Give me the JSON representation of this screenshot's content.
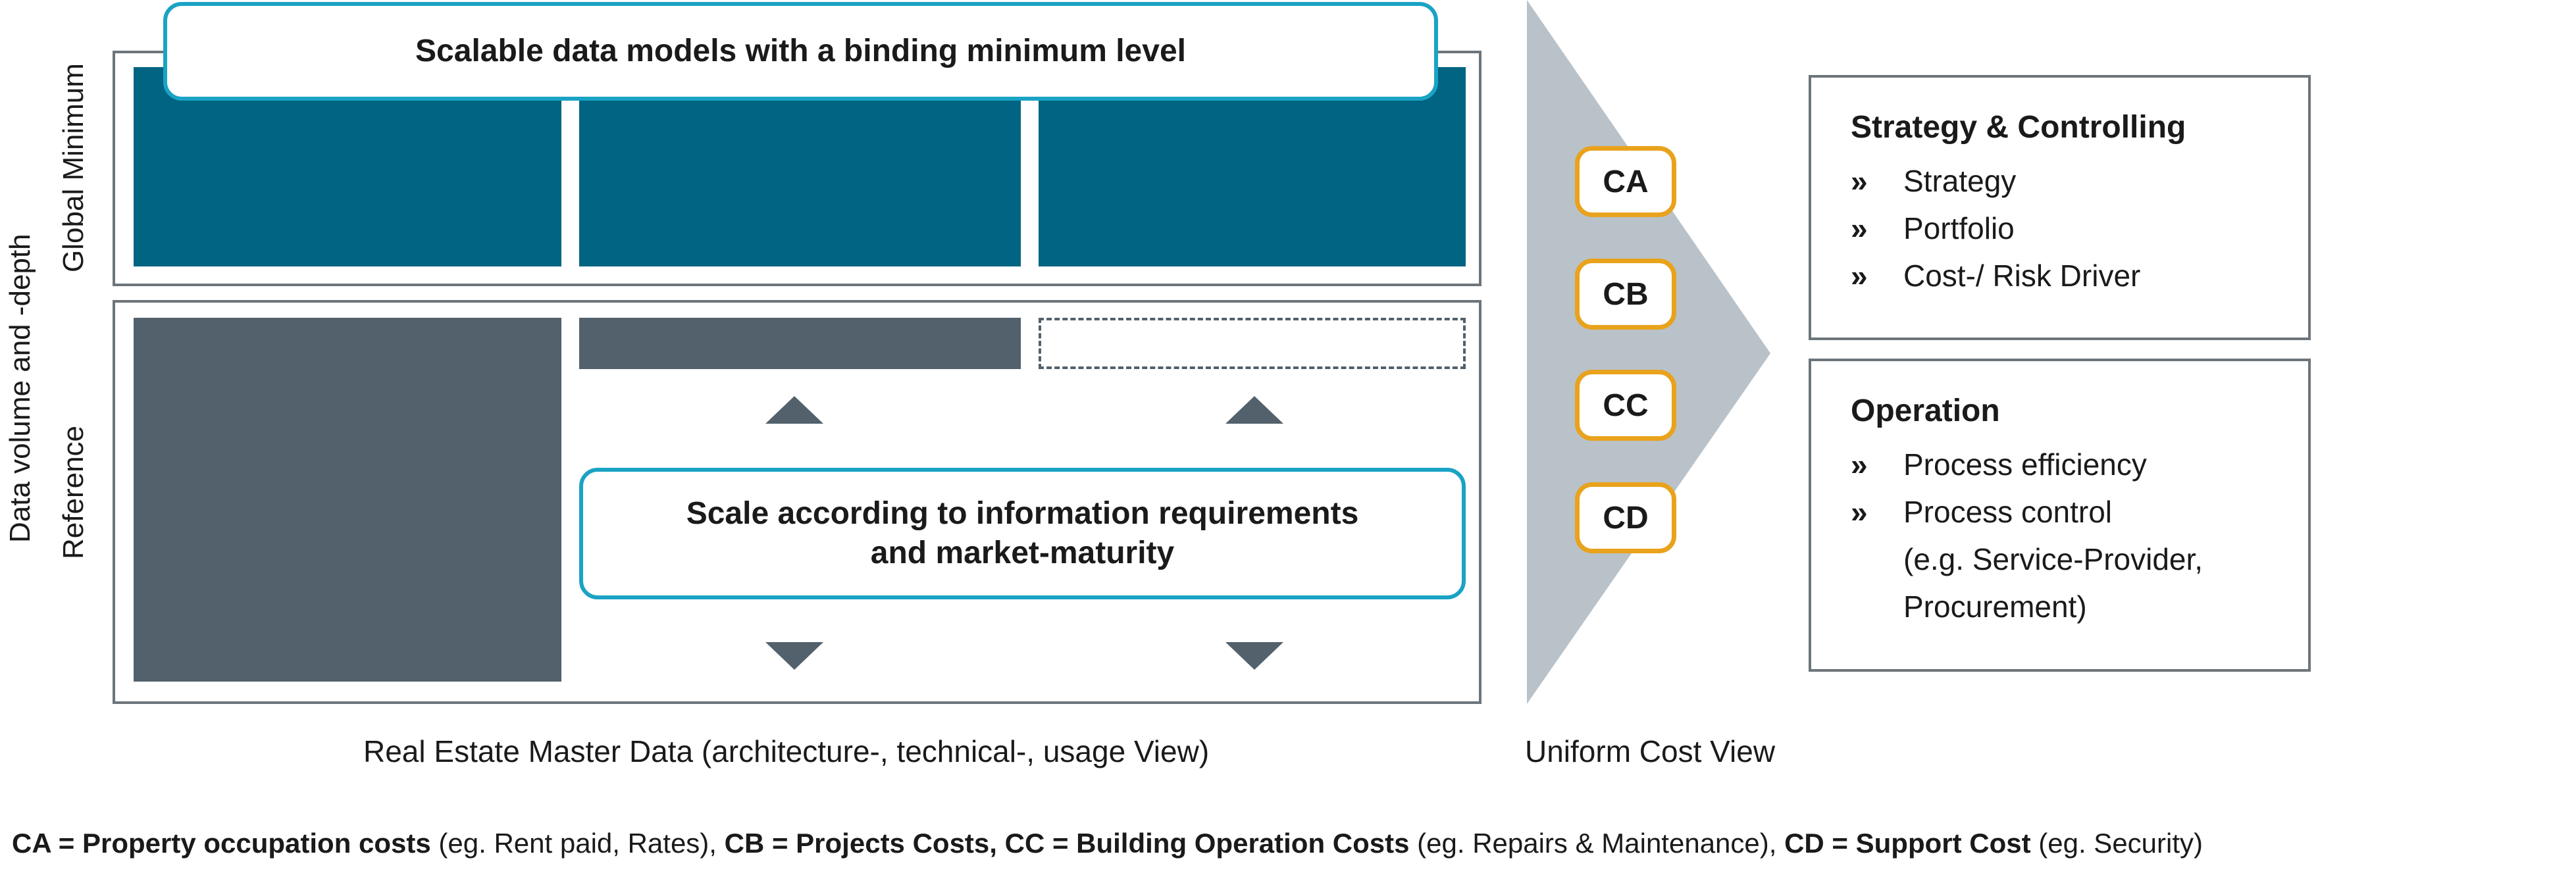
{
  "left": {
    "axis_label": "Data volume and -depth",
    "row_labels": {
      "top": "Global Minimum",
      "bottom": "Reference"
    },
    "top_callout": "Scalable data models with a binding minimum level",
    "mid_callout": [
      "Scale according to information requirements",
      "and market-maturity"
    ],
    "caption": "Real Estate Master Data (architecture-, technical-, usage View)"
  },
  "middle": {
    "badges": [
      "CA",
      "CB",
      "CC",
      "CD"
    ],
    "caption": "Uniform Cost View"
  },
  "panels": [
    {
      "title": "Strategy & Controlling",
      "items": [
        [
          "Strategy"
        ],
        [
          "Portfolio"
        ],
        [
          "Cost-/ Risk Driver"
        ]
      ]
    },
    {
      "title": "Operation",
      "items": [
        [
          "Process efficiency"
        ],
        [
          "Process control",
          "(e.g. Service-Provider,",
          "Procurement)"
        ]
      ]
    }
  ],
  "bullet_mark": "»",
  "footnote": {
    "parts": [
      {
        "bold": true,
        "text": "CA = Property occupation costs"
      },
      {
        "bold": false,
        "text": " (eg. Rent paid, Rates), "
      },
      {
        "bold": true,
        "text": "CB = Projects Costs, CC = Building Operation Costs"
      },
      {
        "bold": false,
        "text": " (eg. Repairs & Maintenance), "
      },
      {
        "bold": true,
        "text": "CD = Support Cost"
      },
      {
        "bold": false,
        "text": " (eg. Security)"
      }
    ]
  },
  "colors": {
    "teal": "#006482",
    "slate": "#52616b",
    "cyan_border": "#1aa3c4",
    "orange": "#e9a21c",
    "arrow": "#b9c2c8"
  }
}
